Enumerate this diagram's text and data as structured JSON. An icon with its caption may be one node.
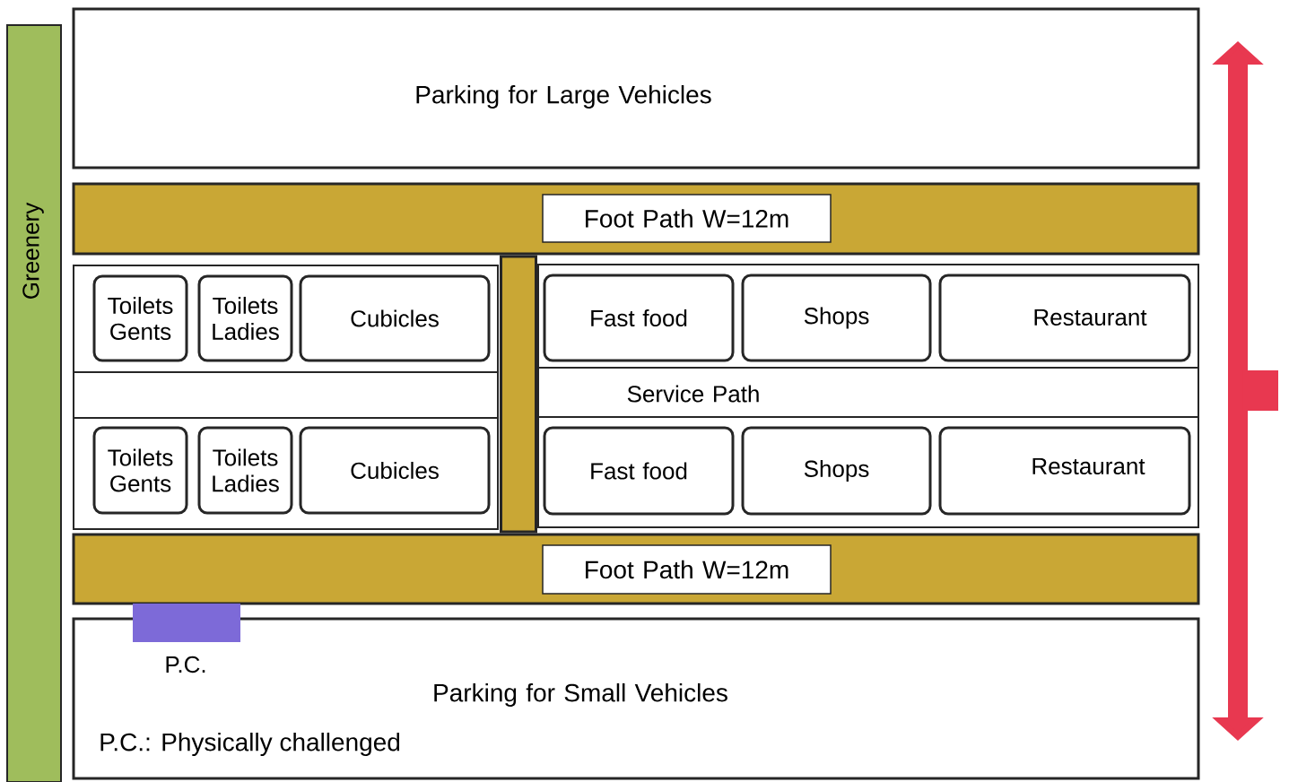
{
  "diagram": {
    "nodes": [
      {
        "text": [
          "Greenery"
        ]
      },
      {
        "text": [
          "Parking for Large Vehicles"
        ]
      },
      {
        "text": [],
        "shape": "bar"
      },
      {
        "text": [
          "Foot Path W=12m"
        ],
        "in": 2
      },
      {
        "text": [],
        "shape": "box"
      },
      {
        "text": [
          "Toilets Gents"
        ],
        "in": 4
      },
      {
        "text": [
          "Toilets Ladies"
        ],
        "in": 4
      },
      {
        "text": [
          "Cubicles"
        ],
        "in": 4
      },
      {
        "text": [],
        "shape": "box"
      },
      {
        "text": [],
        "shape": "box"
      },
      {
        "text": [
          "Toilets Gents"
        ],
        "in": 9
      },
      {
        "text": [
          "Toilets Ladies"
        ],
        "in": 9
      },
      {
        "text": [
          "Cubicles"
        ],
        "in": 9
      },
      {
        "text": [],
        "shape": "bar"
      },
      {
        "text": [],
        "shape": "box"
      },
      {
        "text": [
          "Fast food"
        ],
        "in": 14
      },
      {
        "text": [
          "Shops"
        ],
        "in": 14
      },
      {
        "text": [
          "Restaurant"
        ],
        "in": 14
      },
      {
        "text": [
          "Service Path"
        ]
      },
      {
        "text": [],
        "shape": "box"
      },
      {
        "text": [
          "Fast food"
        ],
        "in": 19
      },
      {
        "text": [
          "Shops"
        ],
        "in": 19
      },
      {
        "text": [
          "Restaurant"
        ],
        "in": 19
      },
      {
        "text": [],
        "shape": "bar"
      },
      {
        "text": [
          "Foot Path W=12m"
        ],
        "in": 23
      },
      {
        "text": [],
        "shape": "box",
        "beside": [
          "P.C."
        ]
      },
      {
        "text": [
          "Parking for Small Vehicles",
          "P.C.: Physically challenged"
        ]
      }
    ]
  }
}
